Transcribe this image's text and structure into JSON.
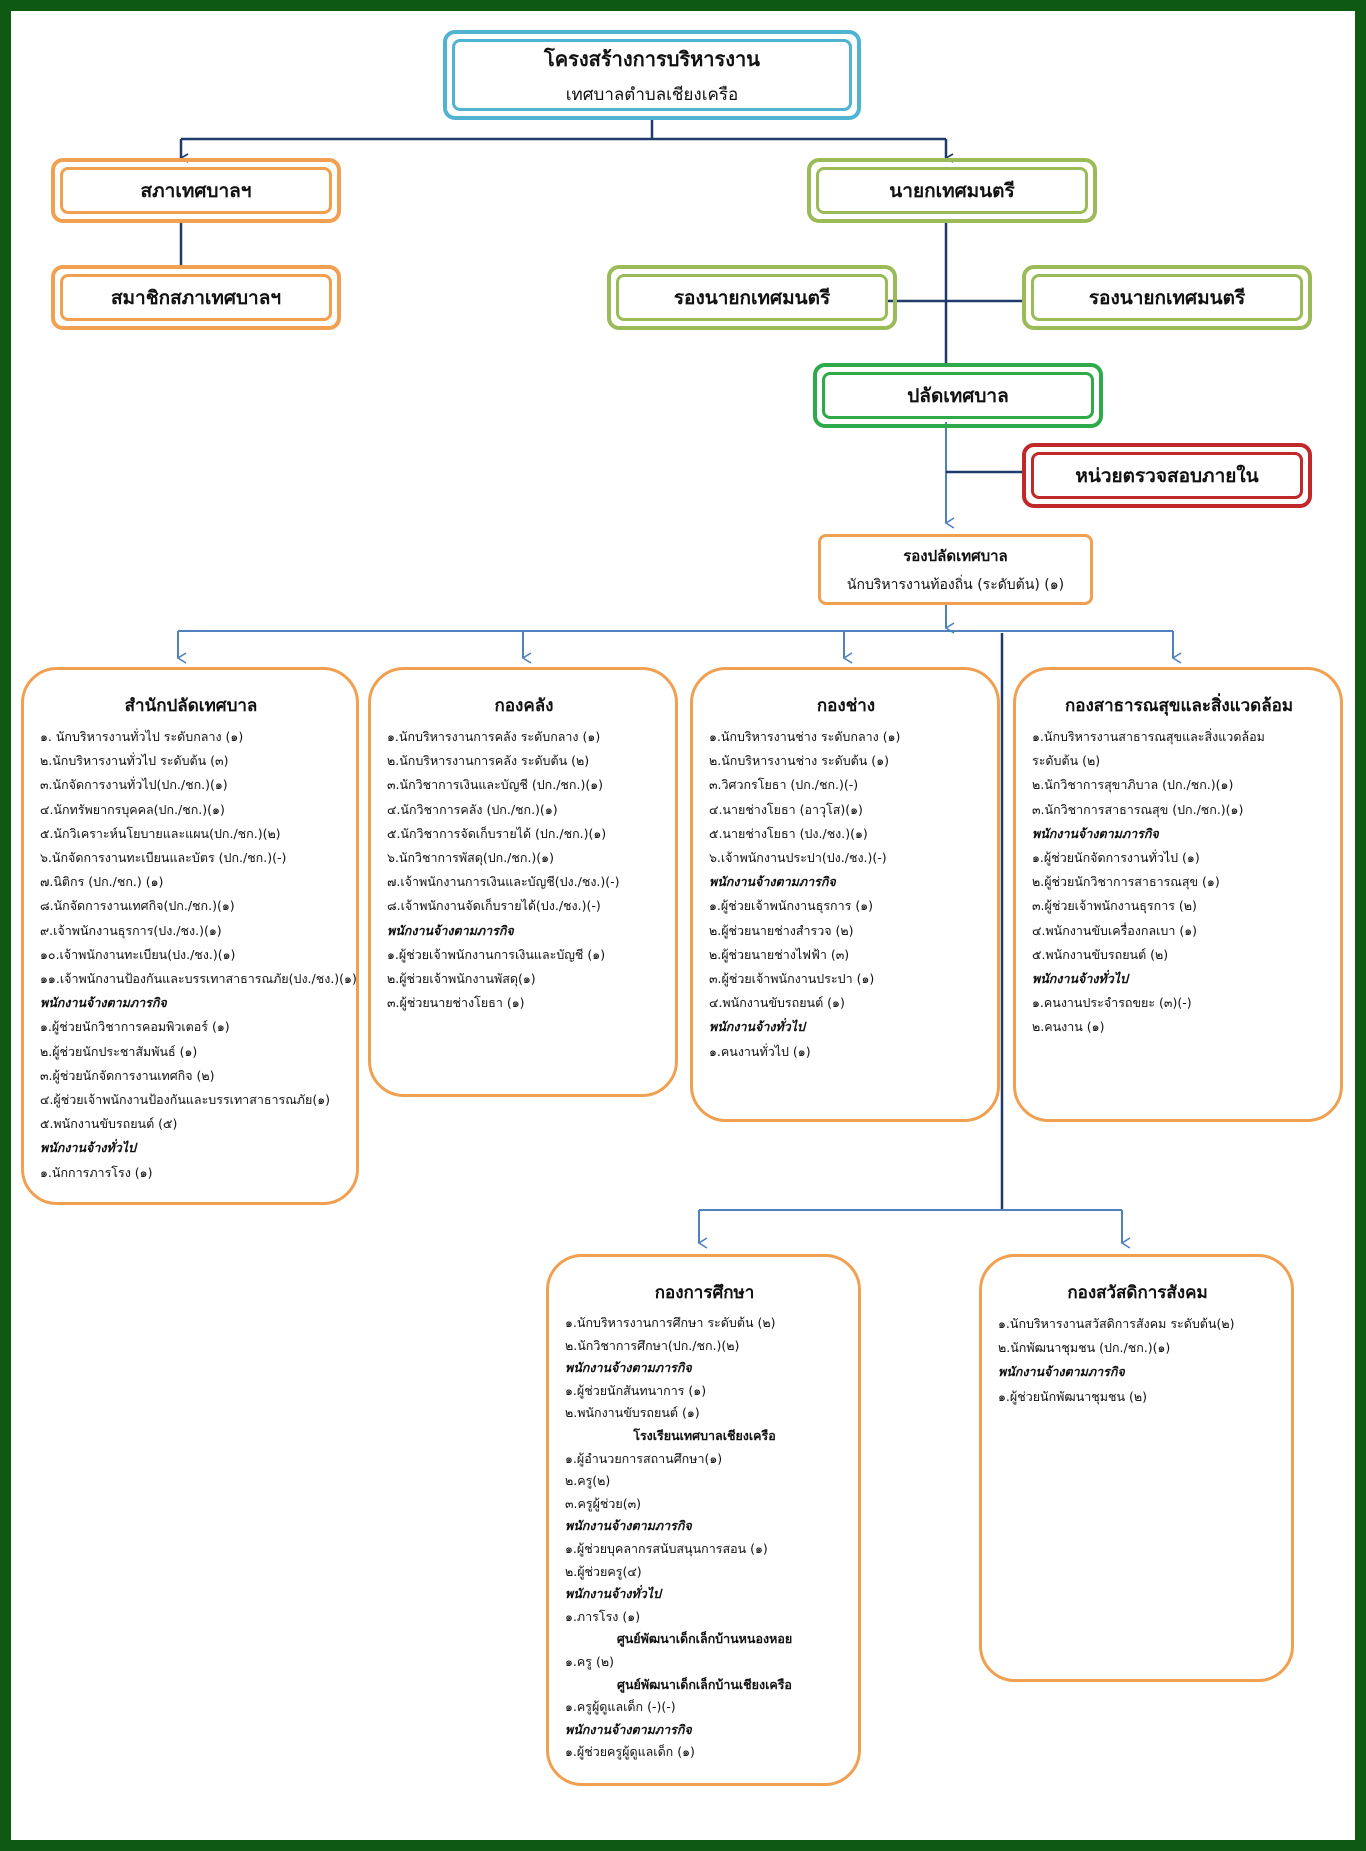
{
  "header": {
    "line1": "โครงสร้างการบริหารงาน",
    "line2": "เทศบาลตำบลเชียงเครือ"
  },
  "council": {
    "title": "สภาเทศบาลฯ",
    "members": "สมาชิกสภาเทศบาลฯ"
  },
  "mayor": {
    "title": "นายกเทศมนตรี",
    "deputy_left": "รองนายกเทศมนตรี",
    "deputy_right": "รองนายกเทศมนตรี"
  },
  "clerk": {
    "title": "ปลัดเทศบาล"
  },
  "audit": {
    "title": "หน่วยตรวจสอบภายใน"
  },
  "deputy_clerk": {
    "title": "รองปลัดเทศบาล",
    "sub": "นักบริหารงานท้องถิ่น (ระดับต้น) (๑)"
  },
  "colors": {
    "header_border": "#4fb3d1",
    "council_border": "#f0a050",
    "mayor_border": "#9bbb59",
    "clerk_border": "#2eaa4a",
    "audit_border": "#c0282a",
    "dept_border": "#f0a050",
    "dark_line": "#1f3b6e",
    "blue_line": "#4f81bd",
    "frame": "#0f5a12"
  },
  "departments": [
    {
      "title": "สำนักปลัดเทศบาล",
      "items": [
        {
          "t": "๑. นักบริหารงานทั่วไป ระดับกลาง (๑)"
        },
        {
          "t": "๒.นักบริหารงานทั่วไป ระดับต้น (๓)"
        },
        {
          "t": "๓.นักจัดการงานทั่วไป(ปก./ชก.)(๑)"
        },
        {
          "t": "๔.นักทรัพยากรบุคคล(ปก./ชก.)(๑)"
        },
        {
          "t": "๕.นักวิเคราะห์นโยบายและแผน(ปก./ชก.)(๒)"
        },
        {
          "t": "๖.นักจัดการงานทะเบียนและบัตร (ปก./ชก.)(-)"
        },
        {
          "t": "๗.นิติกร (ปก./ชก.) (๑)"
        },
        {
          "t": "๘.นักจัดการงานเทศกิจ(ปก./ชก.)(๑)"
        },
        {
          "t": "๙.เจ้าพนักงานธุรการ(ปง./ชง.)(๑)"
        },
        {
          "t": "๑๐.เจ้าพนักงานทะเบียน(ปง./ชง.)(๑)"
        },
        {
          "t": "๑๑.เจ้าพนักงานป้องกันและบรรเทาสาธารณภัย(ปง./ชง.)(๑)"
        },
        {
          "t": "พนักงานจ้างตามภารกิจ",
          "k": "hd"
        },
        {
          "t": "๑.ผู้ช่วยนักวิชาการคอมพิวเตอร์ (๑)"
        },
        {
          "t": "๒.ผู้ช่วยนักประชาสัมพันธ์ (๑)"
        },
        {
          "t": "๓.ผู้ช่วยนักจัดการงานเทศกิจ (๒)"
        },
        {
          "t": "๔.ผู้ช่วยเจ้าพนักงานป้องกันและบรรเทาสาธารณภัย(๑)"
        },
        {
          "t": "๕.พนักงานขับรถยนต์ (๕)"
        },
        {
          "t": "พนักงานจ้างทั่วไป",
          "k": "hd"
        },
        {
          "t": "๑.นักการภารโรง (๑)"
        }
      ]
    },
    {
      "title": "กองคลัง",
      "items": [
        {
          "t": "๑.นักบริหารงานการคลัง ระดับกลาง (๑)"
        },
        {
          "t": "๒.นักบริหารงานการคลัง ระดับต้น (๒)"
        },
        {
          "t": "๓.นักวิชาการเงินและบัญชี (ปก./ชก.)(๑)"
        },
        {
          "t": "๔.นักวิชาการคลัง (ปก./ชก.)(๑)"
        },
        {
          "t": "๕.นักวิชาการจัดเก็บรายได้ (ปก./ชก.)(๑)"
        },
        {
          "t": "๖.นักวิชาการพัสดุ(ปก./ชก.)(๑)"
        },
        {
          "t": "๗.เจ้าพนักงานการเงินและบัญชี(ปง./ชง.)(-)"
        },
        {
          "t": "๘.เจ้าพนักงานจัดเก็บรายได้(ปง./ชง.)(-)"
        },
        {
          "t": "พนักงานจ้างตามภารกิจ",
          "k": "hd"
        },
        {
          "t": "๑.ผู้ช่วยเจ้าพนักงานการเงินและบัญชี (๑)"
        },
        {
          "t": "๒.ผู้ช่วยเจ้าพนักงานพัสดุ(๑)"
        },
        {
          "t": "๓.ผู้ช่วยนายช่างโยธา (๑)"
        }
      ]
    },
    {
      "title": "กองช่าง",
      "items": [
        {
          "t": "๑.นักบริหารงานช่าง ระดับกลาง (๑)"
        },
        {
          "t": "๒.นักบริหารงานช่าง ระดับต้น (๑)"
        },
        {
          "t": "๓.วิศวกรโยธา (ปก./ชก.)(-)"
        },
        {
          "t": "๔.นายช่างโยธา (อาวุโส)(๑)"
        },
        {
          "t": "๕.นายช่างโยธา (ปง./ชง.)(๑)"
        },
        {
          "t": "๖.เจ้าพนักงานประปา(ปง./ชง.)(-)"
        },
        {
          "t": "พนักงานจ้างตามภารกิจ",
          "k": "hd"
        },
        {
          "t": "๑.ผู้ช่วยเจ้าพนักงานธุรการ (๑)"
        },
        {
          "t": "๒.ผู้ช่วยนายช่างสำรวจ (๒)"
        },
        {
          "t": "๒.ผู้ช่วยนายช่างไฟฟ้า (๓)"
        },
        {
          "t": "๓.ผู้ช่วยเจ้าพนักงานประปา (๑)"
        },
        {
          "t": "๔.พนักงานขับรถยนต์ (๑)"
        },
        {
          "t": "พนักงานจ้างทั่วไป",
          "k": "hd"
        },
        {
          "t": "๑.คนงานทั่วไป (๑)"
        }
      ]
    },
    {
      "title": "กองสาธารณสุขและสิ่งแวดล้อม",
      "items": [
        {
          "t": "๑.นักบริหารงานสาธารณสุขและสิ่งแวดล้อม"
        },
        {
          "t": "   ระดับต้น (๒)"
        },
        {
          "t": "๒.นักวิชาการสุขาภิบาล (ปก./ชก.)(๑)"
        },
        {
          "t": "๓.นักวิชาการสาธารณสุข (ปก./ชก.)(๑)"
        },
        {
          "t": "พนักงานจ้างตามภารกิจ",
          "k": "hd"
        },
        {
          "t": "๑.ผู้ช่วยนักจัดการงานทั่วไป (๑)"
        },
        {
          "t": "๒.ผู้ช่วยนักวิชาการสาธารณสุข (๑)"
        },
        {
          "t": "๓.ผู้ช่วยเจ้าพนักงานธุรการ (๒)"
        },
        {
          "t": "๔.พนักงานขับเครื่องกลเบา (๑)"
        },
        {
          "t": "๕.พนักงานขับรถยนต์ (๒)"
        },
        {
          "t": "พนักงานจ้างทั่วไป",
          "k": "hd"
        },
        {
          "t": "๑.คนงานประจำรถขยะ (๓)(-)"
        },
        {
          "t": "๒.คนงาน (๑)"
        }
      ]
    },
    {
      "title": "กองการศึกษา",
      "items": [
        {
          "t": "๑.นักบริหารงานการศึกษา ระดับต้น (๒)"
        },
        {
          "t": "๒.นักวิชาการศึกษา(ปก./ชก.)(๒)"
        },
        {
          "t": "พนักงานจ้างตามภารกิจ",
          "k": "hd"
        },
        {
          "t": "๑.ผู้ช่วยนักสันทนาการ (๑)"
        },
        {
          "t": "๒.พนักงานขับรถยนต์ (๑)"
        },
        {
          "t": "โรงเรียนเทศบาลเชียงเครือ",
          "k": "ctr"
        },
        {
          "t": "๑.ผู้อำนวยการสถานศึกษา(๑)"
        },
        {
          "t": "๒.ครู(๒)"
        },
        {
          "t": "๓.ครูผู้ช่วย(๓)"
        },
        {
          "t": "พนักงานจ้างตามภารกิจ",
          "k": "hd"
        },
        {
          "t": "๑.ผู้ช่วยบุคลากรสนับสนุนการสอน (๑)"
        },
        {
          "t": "๒.ผู้ช่วยครู(๔)"
        },
        {
          "t": "พนักงานจ้างทั่วไป",
          "k": "hd"
        },
        {
          "t": "๑.ภารโรง (๑)"
        },
        {
          "t": "ศูนย์พัฒนาเด็กเล็กบ้านหนองหอย",
          "k": "ctr"
        },
        {
          "t": "๑.ครู (๒)"
        },
        {
          "t": "ศูนย์พัฒนาเด็กเล็กบ้านเชียงเครือ",
          "k": "ctr"
        },
        {
          "t": "๑.ครูผู้ดูแลเด็ก (-)(-)"
        },
        {
          "t": "พนักงานจ้างตามภารกิจ",
          "k": "hd"
        },
        {
          "t": "๑.ผู้ช่วยครูผู้ดูแลเด็ก (๑)"
        }
      ]
    },
    {
      "title": "กองสวัสดิการสังคม",
      "items": [
        {
          "t": "๑.นักบริหารงานสวัสดิการสังคม ระดับต้น(๒)"
        },
        {
          "t": "๒.นักพัฒนาชุมชน (ปก./ชก.)(๑)"
        },
        {
          "t": "พนักงานจ้างตามภารกิจ",
          "k": "hd"
        },
        {
          "t": "๑.ผู้ช่วยนักพัฒนาชุมชน (๒)"
        }
      ]
    }
  ]
}
